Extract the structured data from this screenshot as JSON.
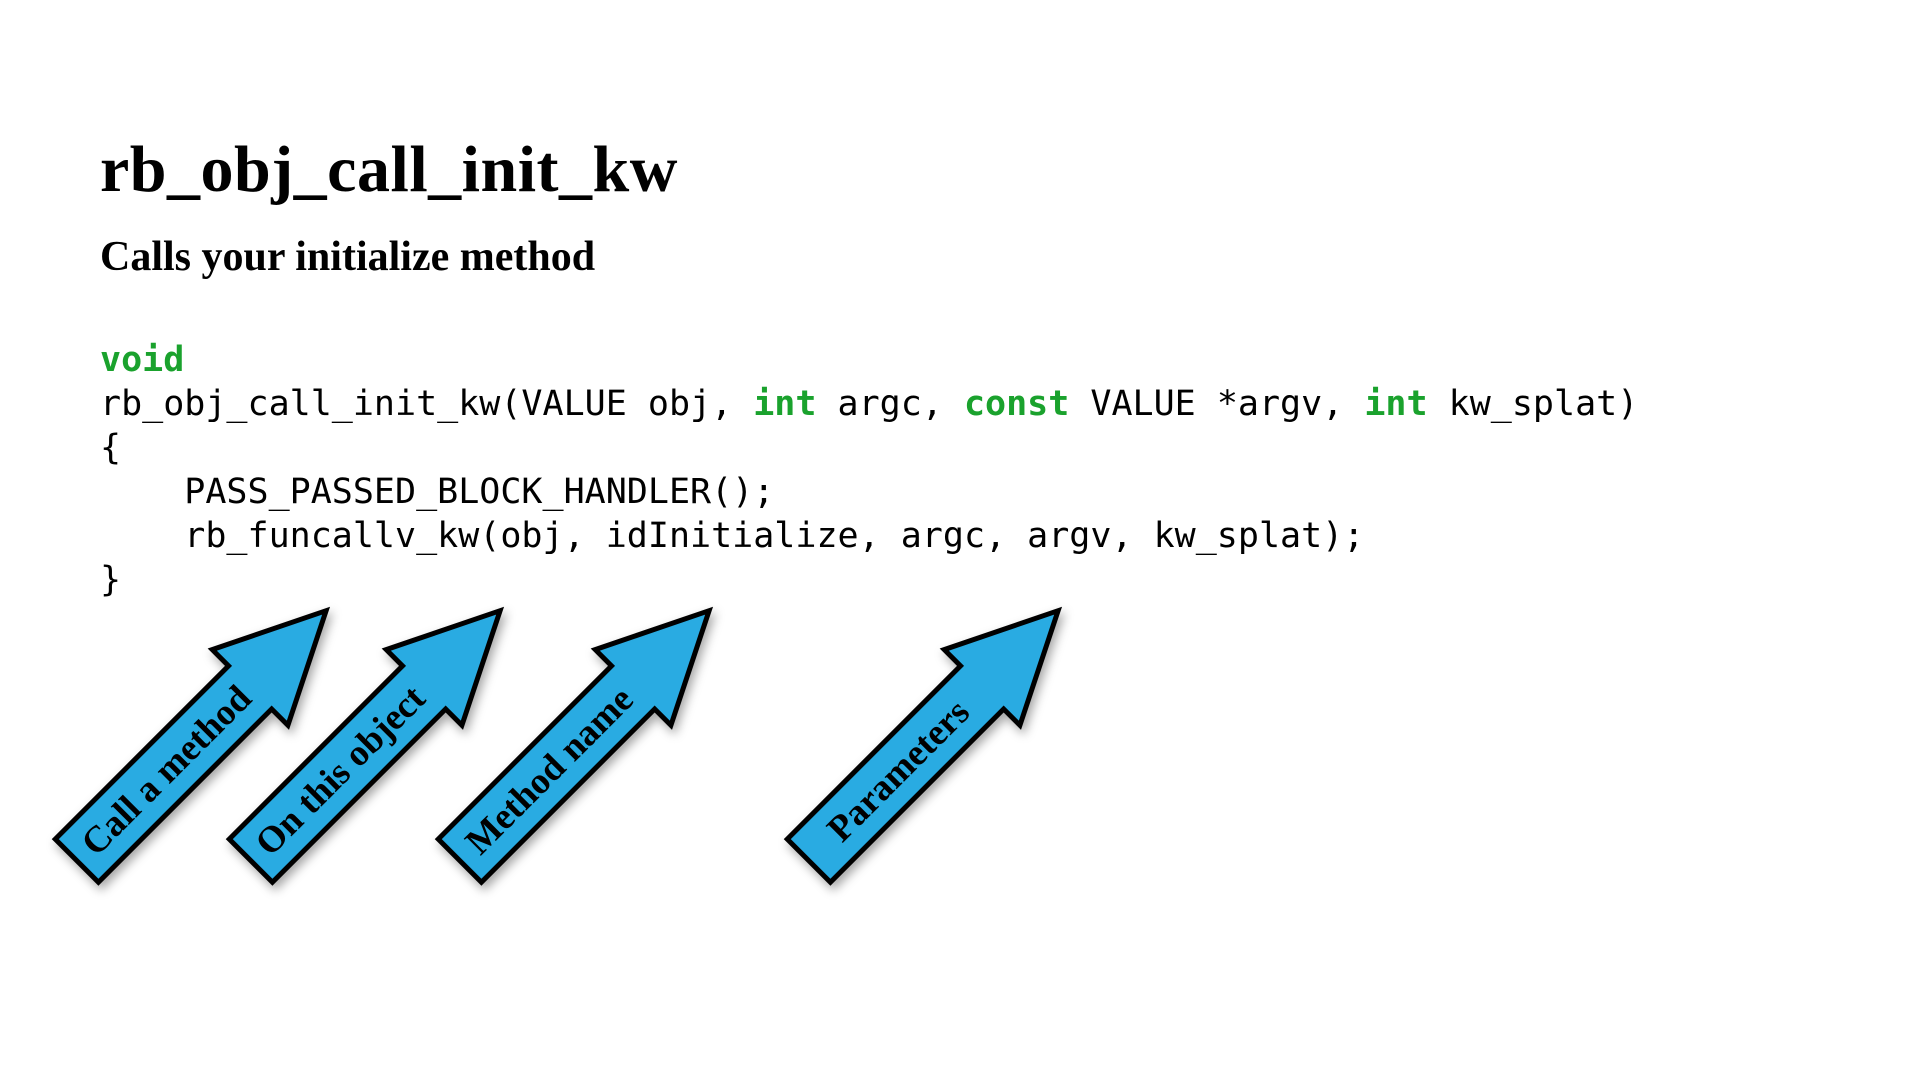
{
  "slide": {
    "title": "rb_obj_call_init_kw",
    "subtitle": "Calls your initialize method"
  },
  "code": {
    "lines": [
      [
        {
          "t": "void",
          "k": true
        }
      ],
      [
        {
          "t": "rb_obj_call_init_kw(VALUE obj, "
        },
        {
          "t": "int",
          "k": true
        },
        {
          "t": " argc, "
        },
        {
          "t": "const",
          "k": true
        },
        {
          "t": " VALUE *argv, "
        },
        {
          "t": "int",
          "k": true
        },
        {
          "t": " kw_splat)"
        }
      ],
      [
        {
          "t": "{"
        }
      ],
      [
        {
          "t": "    PASS_PASSED_BLOCK_HANDLER();"
        }
      ],
      [
        {
          "t": "    rb_funcallv_kw(obj, idInitialize, argc, argv, kw_splat);"
        }
      ],
      [
        {
          "t": "}"
        }
      ]
    ]
  },
  "arrows": [
    {
      "label": "Call a method"
    },
    {
      "label": "On this object"
    },
    {
      "label": "Method name"
    },
    {
      "label": "Parameters"
    }
  ],
  "colors": {
    "arrow_fill": "#29ABE2",
    "arrow_outline": "#000000",
    "keyword_green": "#1AA22D"
  }
}
